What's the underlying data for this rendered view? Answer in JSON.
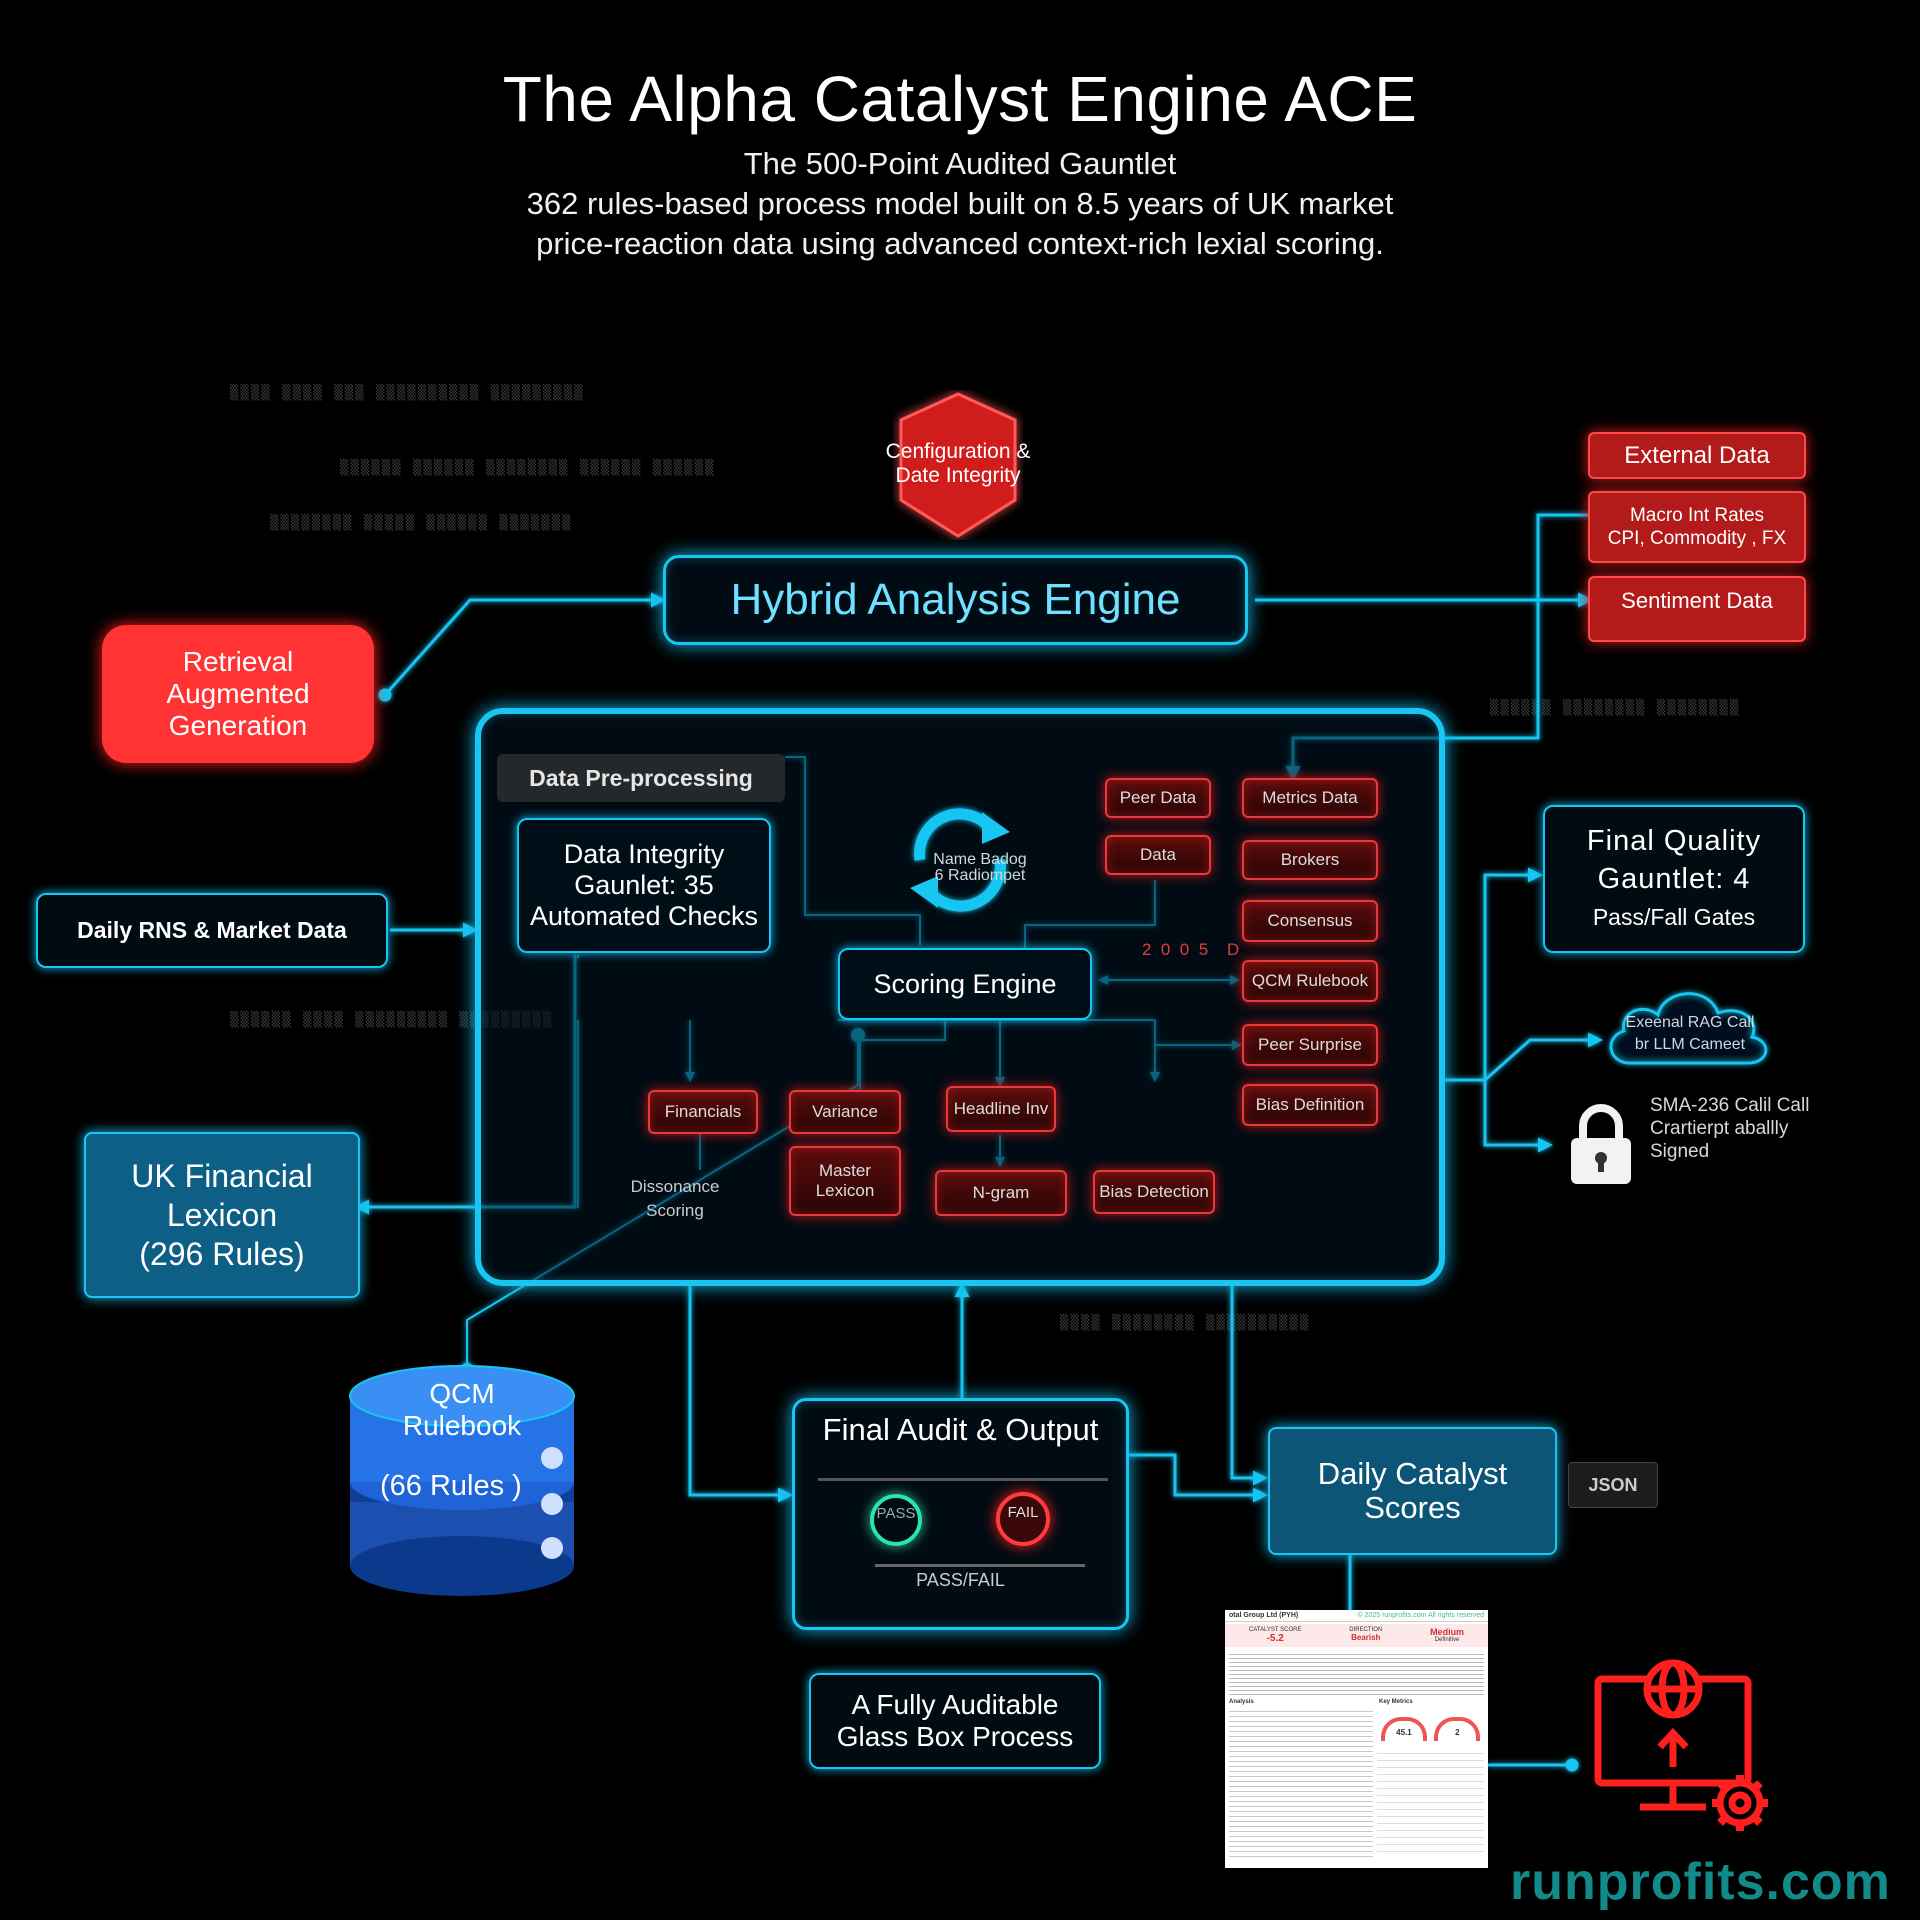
{
  "header": {
    "title": "The Alpha Catalyst Engine ACE",
    "subtitle_lines": [
      "The 500-Point Audited Gauntlet",
      "362 rules-based process model built on 8.5 years of UK market",
      "price-reaction data using advanced context-rich lexial scoring."
    ]
  },
  "config_shield": {
    "label_line1": "Cenfiguration &",
    "label_line2": "Date Integrity"
  },
  "hybrid_engine": {
    "label": "Hybrid Analysis Engine"
  },
  "rag": {
    "line1": "Retrieval",
    "line2": "Augmented",
    "line3": "Generation"
  },
  "external_data": {
    "header": "External Data",
    "macro_line1": "Macro Int Rates",
    "macro_line2": "CPI, Commodity , FX",
    "sentiment": "Sentiment Data"
  },
  "daily_rns": {
    "label": "Daily RNS & Market Data"
  },
  "uk_lexicon": {
    "line1": "UK Financial",
    "line2": "Lexicon",
    "line3": "(296 Rules)"
  },
  "core": {
    "preprocessing": "Data Pre-processing",
    "integrity_line1": "Data Integrity",
    "integrity_line2": "Gaunlet: 35",
    "integrity_line3": "Automated Checks",
    "cycle_line1": "Name Badog",
    "cycle_line2": "6 Radiompet",
    "scoring_engine": "Scoring Engine",
    "stray_digits": "2  0  0  5    D",
    "right_column": [
      "Peer Data",
      "Data",
      "Metrics Data",
      "Brokers",
      "Consensus",
      "QCM Rulebook",
      "Peer Surprise",
      "Bias Definition"
    ],
    "financials": "Financials",
    "variance": "Variance",
    "headline_inv": "Headline Inv",
    "master_line1": "Master",
    "master_line2": "Lexicon",
    "ngram": "N-gram",
    "bias_detection": "Bias Detection",
    "dissonance_line1": "Dissonance",
    "dissonance_line2": "Scoring"
  },
  "final_quality": {
    "line1": "Final Quality",
    "line2": "Gauntlet: 4",
    "line3": "Pass/Fall Gates"
  },
  "rag_cloud": {
    "line1": "Exeenal RAG Call",
    "line2": "br LLM Cameet"
  },
  "lock_text": {
    "line1": "SMA-236 Calil Call",
    "line2": "Crartierpt aballly",
    "line3": "Signed"
  },
  "qcm_db": {
    "line1": "QCM",
    "line2": "Rulebook",
    "line3": "(66 Rules )"
  },
  "final_audit": {
    "title": "Final Audit & Output",
    "pass": "PASS",
    "fail": "FAIL",
    "passfail": "PASS/FAIL"
  },
  "daily_scores": {
    "line1": "Daily Catalyst",
    "line2": "Scores",
    "json": "JSON"
  },
  "glass_box": {
    "line1": "A Fully Auditable",
    "line2": "Glass Box Process"
  },
  "report": {
    "company": "otal Group Ltd (PYH)",
    "copyright": "© 2025 runprofits.com All rights reserved",
    "catalyst_label": "CATALYST SCORE",
    "catalyst_value": "-5.2",
    "direction_label": "DIRECTION",
    "direction_value": "Bearish",
    "risk_value": "Medium",
    "risk_sub": "Definitive",
    "analysis": "Analysis",
    "key_metrics": "Key Metrics",
    "gauge1": "45.1",
    "gauge2": "2"
  },
  "brand": {
    "url": "runprofits.com"
  },
  "colors": {
    "cyan": "#19c6f2",
    "red": "#e83a3a",
    "rag_red": "#ff3333",
    "brand_teal": "#128a8a"
  }
}
